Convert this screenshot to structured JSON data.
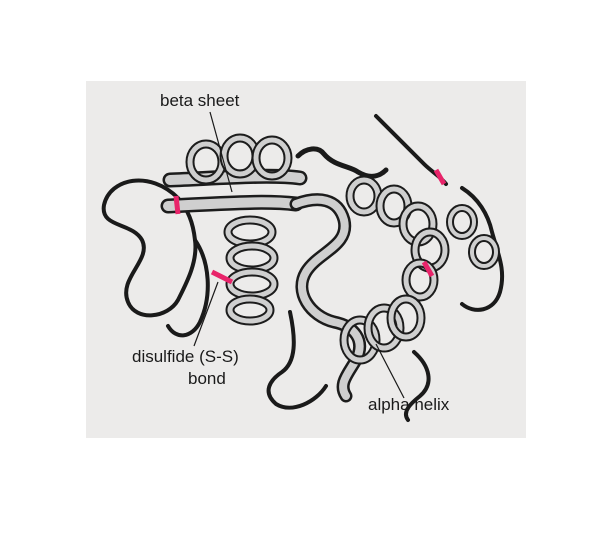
{
  "labels": {
    "beta_sheet": "beta sheet",
    "disulfide_line1": "disulfide (S-S)",
    "disulfide_line2": "bond",
    "alpha_helix": "alpha helix"
  },
  "colors": {
    "panel_background": "#ecebea",
    "ribbon_outline": "#1c1c1c",
    "ribbon_fill": "#cfcfcf",
    "disulfide_bond": "#e8246a"
  }
}
